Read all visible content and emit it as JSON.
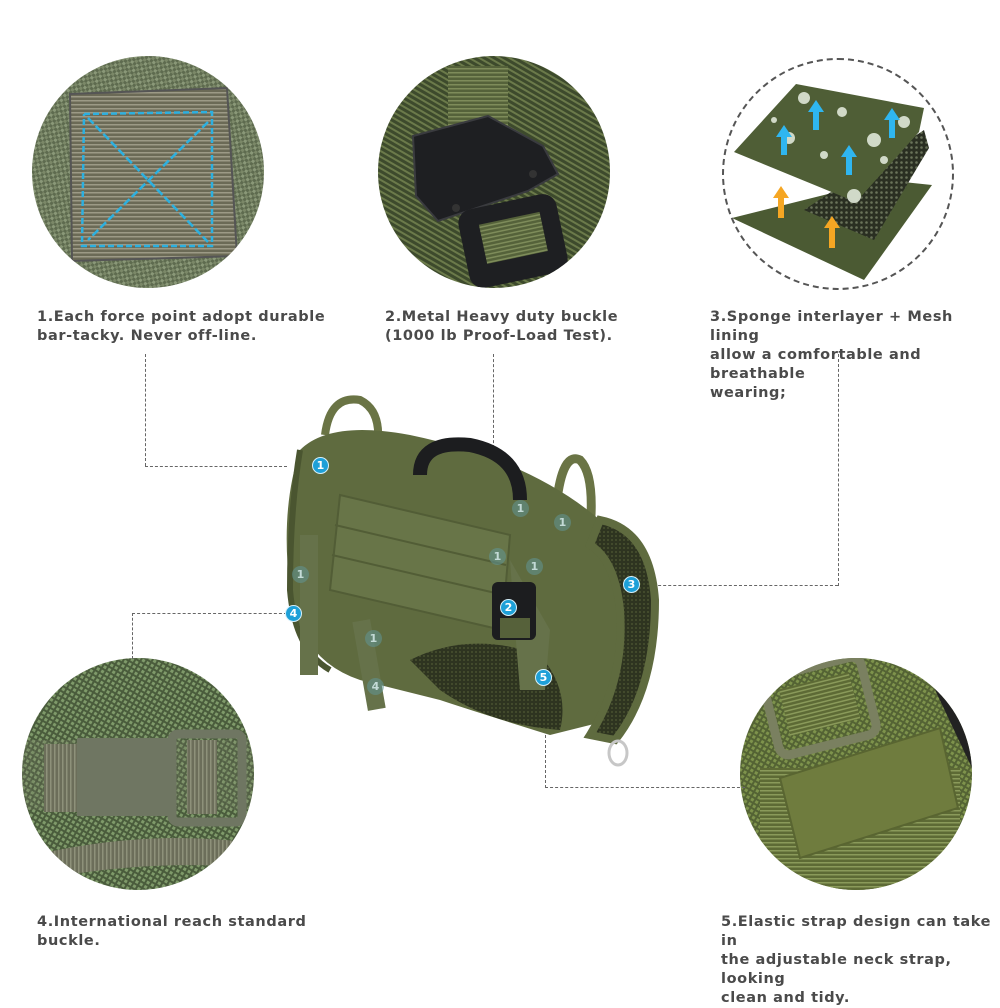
{
  "features": [
    {
      "number": "1",
      "caption": "1.Each force point adopt durable\nbar-tacky. Never off-line.",
      "detail_image": "bar-tack-stitching-closeup"
    },
    {
      "number": "2",
      "caption": "2.Metal Heavy duty buckle\n(1000 lb Proof-Load Test).",
      "detail_image": "metal-cobra-buckle-closeup"
    },
    {
      "number": "3",
      "caption": "3.Sponge interlayer + Mesh lining\nallow a comfortable and breathable\nwearing;",
      "detail_image": "sponge-mesh-layers-diagram"
    },
    {
      "number": "4",
      "caption": "4.International reach standard\nbuckle.",
      "detail_image": "side-release-buckle-closeup"
    },
    {
      "number": "5",
      "caption": "5.Elastic strap design can take in\nthe adjustable neck strap, looking\nclean and tidy.",
      "detail_image": "elastic-strap-keeper-closeup"
    }
  ],
  "product": {
    "name": "tactical-dog-harness",
    "color_hex": "#5f6b3f"
  },
  "markers": {
    "primary": [
      "1",
      "2",
      "3",
      "4",
      "5"
    ],
    "secondary": [
      "1",
      "1",
      "1",
      "1",
      "1",
      "1",
      "1",
      "4"
    ]
  },
  "colors": {
    "badge": "#1ea0d8",
    "text": "#4a4a4a",
    "dash": "#666666",
    "olive": "#5f6b3f"
  }
}
